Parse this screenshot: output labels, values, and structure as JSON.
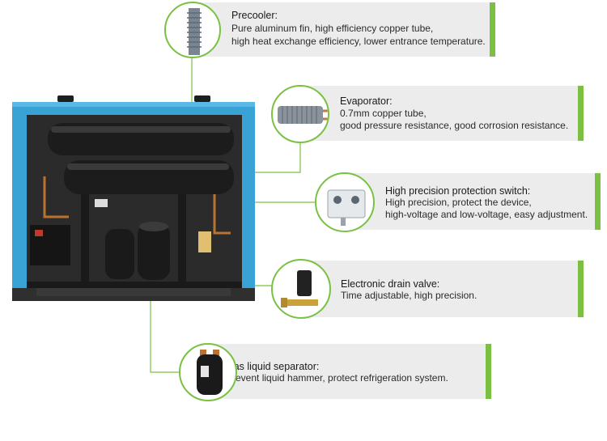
{
  "accent_color": "#7ac143",
  "panel_color": "#ececec",
  "machine_color": "#3aa3d6",
  "components": [
    {
      "id": "precooler",
      "icon": "finned-tube-icon",
      "title": "Precooler:",
      "lines": [
        "Pure aluminum fin, high efficiency copper tube,",
        "high heat exchange efficiency, lower entrance temperature."
      ]
    },
    {
      "id": "evaporator",
      "icon": "copper-tube-icon",
      "title": "Evaporator:",
      "lines": [
        "0.7mm copper tube,",
        "good pressure resistance, good corrosion resistance."
      ]
    },
    {
      "id": "protection-switch",
      "icon": "pressure-switch-icon",
      "title": "High precision protection switch:",
      "lines": [
        "High precision, protect the device,",
        "high-voltage and low-voltage, easy adjustment."
      ]
    },
    {
      "id": "drain-valve",
      "icon": "drain-valve-icon",
      "title": "Electronic drain valve:",
      "lines": [
        "Time adjustable, high precision."
      ]
    },
    {
      "id": "gas-liquid-separator",
      "icon": "separator-cylinder-icon",
      "title": "Gas liquid separator:",
      "lines": [
        "Prevent liquid hammer, protect refrigeration system."
      ]
    }
  ]
}
